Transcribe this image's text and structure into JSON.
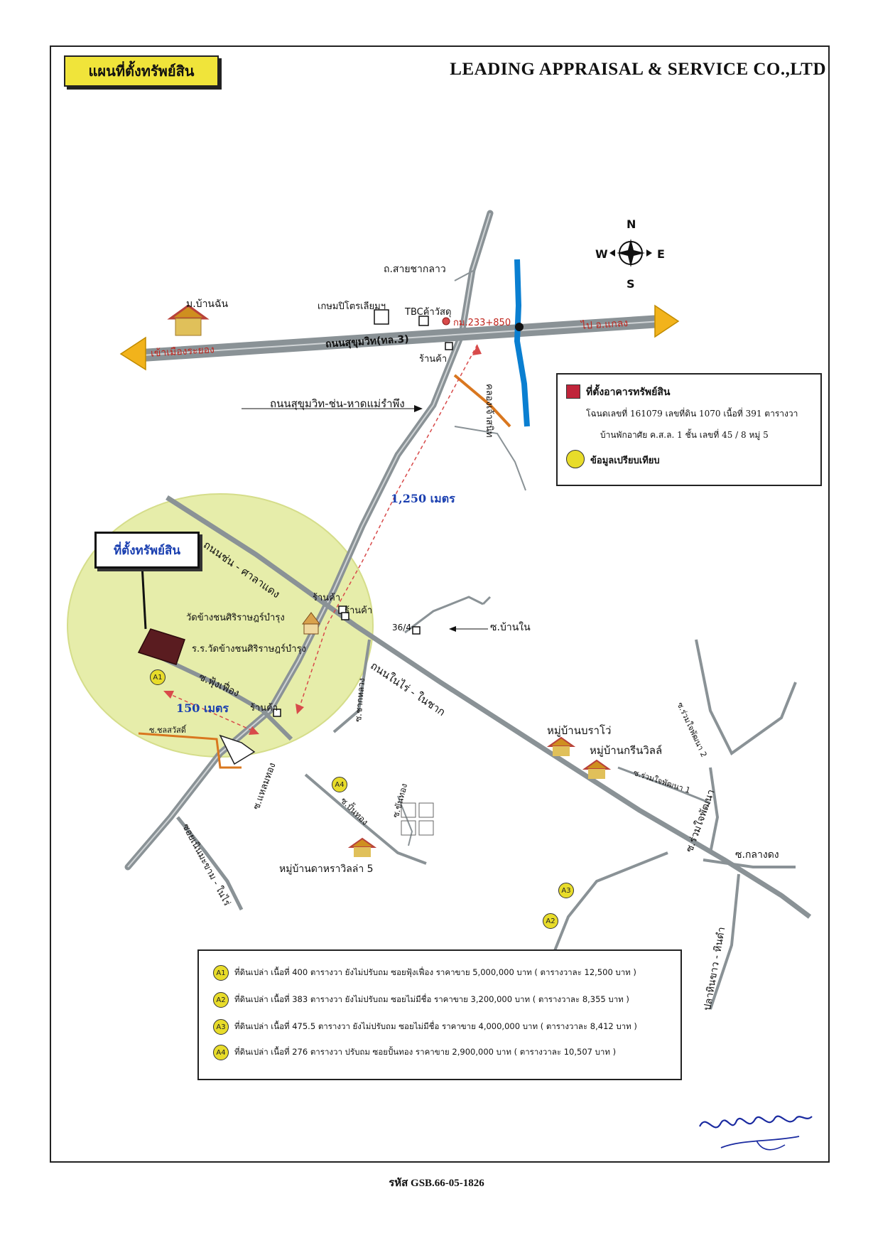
{
  "header": {
    "title": "แผนที่ตั้งทรัพย์สิน",
    "company": "LEADING APPRAISAL & SERVICE CO.,LTD"
  },
  "compass": {
    "n": "N",
    "s": "S",
    "e": "E",
    "w": "W"
  },
  "roads": {
    "sai_chak_lao": "ถ.สายชากลาว",
    "sukhumvit": "ถนนสุขุมวิท(ทล.3)",
    "to_rayong": "เข้าเมืองระยอง",
    "to_klaeng": "ไป อ.แกลง",
    "km_post": "กม.233+850",
    "canal": "คลองเจ้าสนิท",
    "sukhumvit_chon": "ถนนสุขุมวิท-ช่น-หาดแม่รำพึง",
    "chon_sala_daeng": "ถนนช่น - ศาลาแดง",
    "nai_rai_na_chak": "ถนนในไร่ - ในชาก",
    "soi_fung_fueang": "ซ.ฟุ้งเฟื่อง",
    "soi_chak_luang": "ซ.ชากหลวง",
    "soi_ban_nai": "ซ.บ้านใน",
    "soi_laem_thong": "ซ.แหลมทอง",
    "soi_chon_sawat": "ซ.ชลสวัสดิ์",
    "soi_noen_makham": "ซอยเนินมะขาม - ในไร่",
    "soi_pan_thong": "ซ.ปั้นทอง",
    "soi_khan_thong": "ซ.ขันทอง",
    "soi_ruam_jai_2": "ซ.ร่วมใจพัฒนา 2",
    "soi_ruam_jai_1": "ซ.ร่วมใจพัฒนา 1",
    "soi_ruam_jai": "ซ.ร่วมใจพัฒนา",
    "soi_klang_dong": "ซ.กลางดง",
    "pla_lan": "ปลาหินขาว - หินดำ"
  },
  "places": {
    "moo_ban_chan": "ม.บ้านฉัน",
    "kasem": "เกษมปิโตรเลียมฯ",
    "tbc": "TBCค้าวัสดุ",
    "shop": "ร้านค้า",
    "wat": "วัดข้างชนศิริราษฎร์บำรุง",
    "school": "ร.ร.วัดข้างชนศิริราษฎร์บำรุง",
    "house_36_4": "36/4",
    "moo_ban_bara": "หมู่บ้านบราโว่",
    "moo_ban_green": "หมู่บ้านกรีนวิลล์",
    "moo_ban_dara": "หมู่บ้านดาหราวิลล่า 5"
  },
  "distances": {
    "main": "1,250 เมตร",
    "side": "150 เมตร"
  },
  "callout": "ที่ตั้งทรัพย์สิน",
  "legend": {
    "title": "ที่ตั้งอาคารทรัพย์สิน",
    "line1": "โฉนดเลขที่ 161079 เลขที่ดิน 1070 เนื้อที่ 391 ตารางวา",
    "line2": "บ้านพักอาศัย ค.ส.ล. 1 ชั้น เลขที่ 45 / 8 หมู่ 5",
    "compare": "ข้อมูลเปรียบเทียบ"
  },
  "comparables": [
    {
      "id": "A1",
      "text": "ที่ดินเปล่า เนื้อที่ 400 ตารางวา ยังไม่ปรับถม ซอยฟุ้งเฟื่อง ราคาขาย 5,000,000 บาท ( ตารางวาละ 12,500 บาท )"
    },
    {
      "id": "A2",
      "text": "ที่ดินเปล่า เนื้อที่ 383 ตารางวา ยังไม่ปรับถม ซอยไม่มีชื่อ ราคาขาย 3,200,000 บาท ( ตารางวาละ 8,355 บาท )"
    },
    {
      "id": "A3",
      "text": "ที่ดินเปล่า เนื้อที่ 475.5 ตารางวา ยังไม่ปรับถม ซอยไม่มีชื่อ ราคาขาย 4,000,000 บาท ( ตารางวาละ 8,412 บาท )"
    },
    {
      "id": "A4",
      "text": "ที่ดินเปล่า เนื้อที่ 276 ตารางวา ปรับถม ซอยปั้นทอง ราคาขาย 2,900,000 บาท ( ตารางวาละ 10,507 บาท )"
    }
  ],
  "code": "รหัส GSB.66-05-1826",
  "signature": "ชัยชนะ ภาคสีฟง",
  "colors": {
    "title_bg": "#f0e43a",
    "road": "#8a9296",
    "zone": "#e6edaa",
    "property": "#5a1c20",
    "arrow": "#f2b31b",
    "canal": "#0a7fd1",
    "badge": "#e8dc2a"
  }
}
